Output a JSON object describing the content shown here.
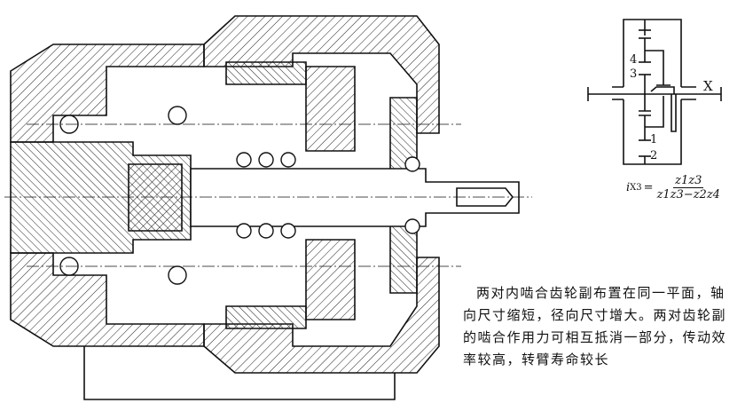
{
  "schematic": {
    "labels": {
      "gear1": "1",
      "gear2": "2",
      "gear3": "3",
      "gear4": "4",
      "carrier": "X"
    },
    "formula": {
      "lhs": "i",
      "lhs_sub": "X3",
      "equals": "=",
      "numerator": "z1z3",
      "denominator": "z1z3−z2z4"
    }
  },
  "caption": {
    "lines": [
      "两对内啮合齿轮副布置在同一平面，轴",
      "向尺寸缩短，径向尺寸增大。两对齿轮副",
      "的啮合作用力可相互抵消一部分，传动效",
      "率较高，转臂寿命较长"
    ]
  }
}
